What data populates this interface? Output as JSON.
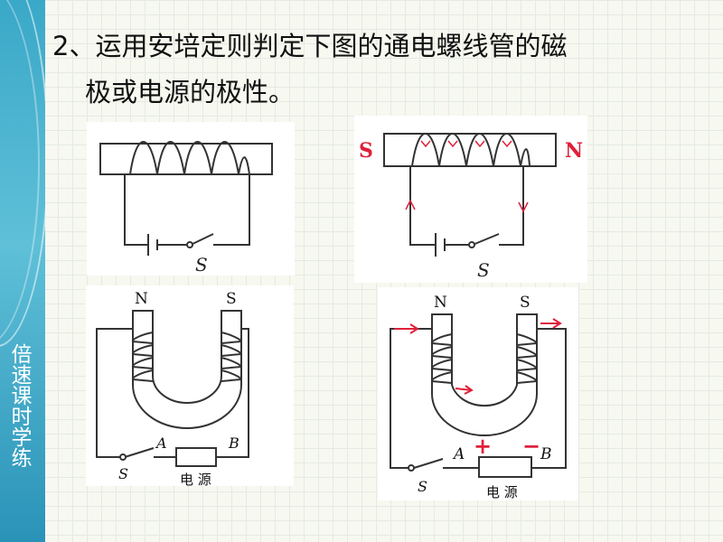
{
  "sidebar": {
    "label": "倍速课时学练"
  },
  "title": {
    "line1": "2、运用安培定则判定下图的通电螺线管的磁",
    "line2": "极或电源的极性。"
  },
  "diagrams": {
    "d1": {
      "switch_label": "S"
    },
    "d2": {
      "left_pole": "S",
      "right_pole": "N",
      "switch_label": "S"
    },
    "d3": {
      "left_pole": "N",
      "right_pole": "S",
      "terminal_a": "A",
      "terminal_b": "B",
      "switch_label": "S",
      "source_label": "电 源"
    },
    "d4": {
      "left_pole": "N",
      "right_pole": "S",
      "terminal_a": "A",
      "terminal_b": "B",
      "plus_sign": "+",
      "minus_sign": "−",
      "switch_label": "S",
      "source_label": "电 源"
    }
  },
  "colors": {
    "sidebar": "#3aa8c8",
    "line": "#333333",
    "annotation": "#e0203a"
  }
}
